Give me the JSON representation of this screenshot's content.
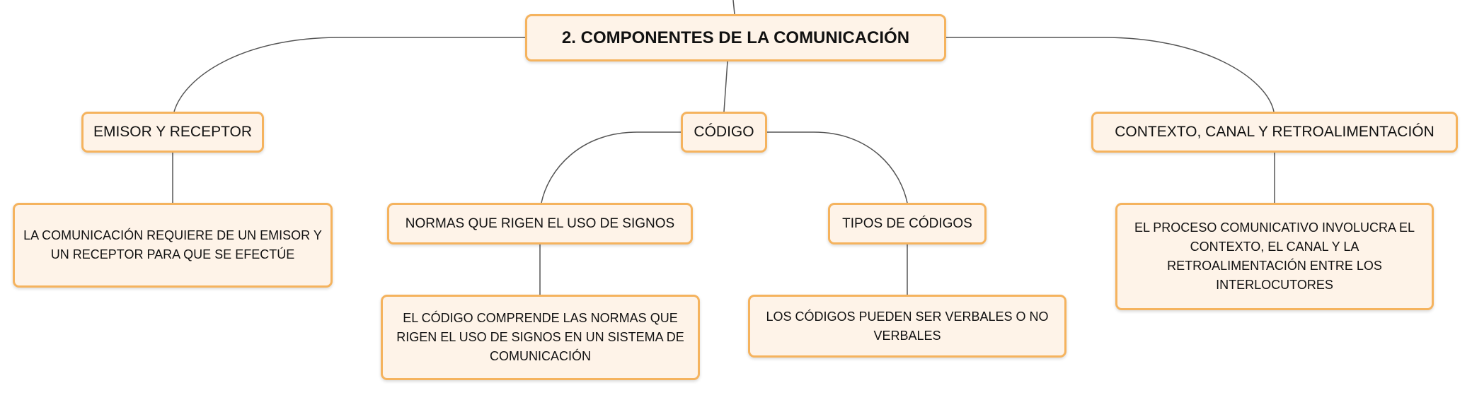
{
  "diagram": {
    "root": {
      "label": "2. COMPONENTES DE LA COMUNICACIÓN"
    },
    "branches": [
      {
        "label": "EMISOR Y RECEPTOR",
        "children": [
          {
            "label": "LA COMUNICACIÓN REQUIERE DE UN EMISOR Y UN RECEPTOR PARA QUE SE EFECTÚE"
          }
        ]
      },
      {
        "label": "CÓDIGO",
        "children": [
          {
            "label": "NORMAS QUE RIGEN EL USO DE SIGNOS",
            "detail": "EL CÓDIGO COMPRENDE LAS NORMAS QUE RIGEN EL USO DE SIGNOS EN UN SISTEMA DE COMUNICACIÓN"
          },
          {
            "label": "TIPOS DE CÓDIGOS",
            "detail": "LOS CÓDIGOS PUEDEN SER VERBALES O NO VERBALES"
          }
        ]
      },
      {
        "label": "CONTEXTO, CANAL Y RETROALIMENTACIÓN",
        "children": [
          {
            "label": "EL PROCESO COMUNICATIVO INVOLUCRA EL CONTEXTO, EL CANAL Y LA RETROALIMENTACIÓN ENTRE LOS INTERLOCUTORES"
          }
        ]
      }
    ]
  },
  "colors": {
    "node_fill": "#fef3e8",
    "node_border": "#f5b35e",
    "connector": "#555555"
  }
}
